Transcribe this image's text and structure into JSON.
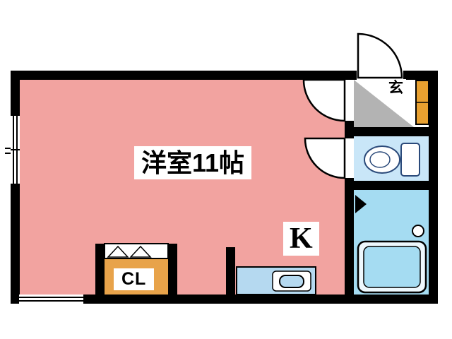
{
  "floorplan": {
    "title": "apartment-floor-plan",
    "labels": {
      "main_room": "洋室11帖",
      "kitchen": "K",
      "closet": "CL",
      "entrance": "玄"
    },
    "rooms": [
      {
        "id": "main-room",
        "label": "洋室11帖",
        "type": "western-room"
      },
      {
        "id": "kitchen",
        "label": "K",
        "type": "kitchen"
      },
      {
        "id": "closet",
        "label": "CL",
        "type": "closet"
      },
      {
        "id": "entrance",
        "label": "玄",
        "type": "genkan"
      },
      {
        "id": "toilet",
        "label": "",
        "type": "toilet"
      },
      {
        "id": "bathroom",
        "label": "",
        "type": "bathroom"
      }
    ],
    "colors": {
      "wall": "#000000",
      "main_room": "#f2a3a0",
      "genkan_step": "#b3b3b3",
      "shoe_cabinet": "#e8a030",
      "toilet_room": "#c9e6f8",
      "bathroom": "#a5dcf2",
      "kitchen_counter": "#b5d9f0",
      "closet": "#e8a34a",
      "fixture_stroke": "#2b4a7a",
      "background": "#ffffff"
    }
  }
}
